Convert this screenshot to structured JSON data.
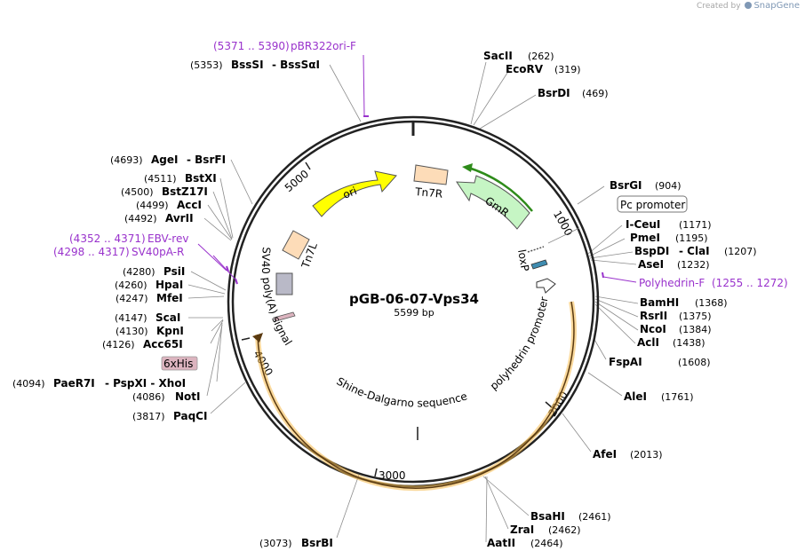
{
  "credit": {
    "prefix": "Created by",
    "brand": "SnapGene"
  },
  "plasmid": {
    "name": "pGB-06-07-Vps34",
    "size": "5599 bp",
    "length": 5599
  },
  "ticks": [
    "1000",
    "2000",
    "3000",
    "4000",
    "5000"
  ],
  "colors": {
    "primer": "#9932cc",
    "ori": "#ffff00",
    "tn7r": "#fddcb8",
    "gmr": "#c6f5c4",
    "gmr_stroke": "#2e8b1a",
    "orange": "#f6b94b",
    "loxp": "#3f8cb0",
    "sv40": "#b9b9c7",
    "his": "#dcb4bf"
  },
  "sites": [
    {
      "name": "SacII",
      "pos": "(262)"
    },
    {
      "name": "EcoRV",
      "pos": "(319)"
    },
    {
      "name": "BsrDI",
      "pos": "(469)"
    },
    {
      "name": "BsrGI",
      "pos": "(904)"
    },
    {
      "name": "I-CeuI",
      "pos": "(1171)"
    },
    {
      "name": "PmeI",
      "pos": "(1195)"
    },
    {
      "name": "BspDI",
      "extra": "-  ClaI",
      "pos": "(1207)"
    },
    {
      "name": "AseI",
      "pos": "(1232)"
    },
    {
      "name": "BamHI",
      "pos": "(1368)"
    },
    {
      "name": "RsrII",
      "pos": "(1375)"
    },
    {
      "name": "NcoI",
      "pos": "(1384)"
    },
    {
      "name": "AclI",
      "pos": "(1438)"
    },
    {
      "name": "FspAI",
      "pos": "(1608)"
    },
    {
      "name": "AleI",
      "pos": "(1761)"
    },
    {
      "name": "AfeI",
      "pos": "(2013)"
    },
    {
      "name": "BsaHI",
      "pos": "(2461)"
    },
    {
      "name": "ZraI",
      "pos": "(2462)"
    },
    {
      "name": "AatII",
      "pos": "(2464)"
    },
    {
      "name": "BsrBI",
      "pos": "(3073)"
    },
    {
      "name": "PaqCI",
      "pos": "(3817)"
    },
    {
      "name": "NotI",
      "pos": "(4086)"
    },
    {
      "name": "PaeR7I",
      "extra": "-  PspXI  -  XhoI",
      "pos": "(4094)"
    },
    {
      "name": "Acc65I",
      "pos": "(4126)"
    },
    {
      "name": "KpnI",
      "pos": "(4130)"
    },
    {
      "name": "ScaI",
      "pos": "(4147)"
    },
    {
      "name": "MfeI",
      "pos": "(4247)"
    },
    {
      "name": "HpaI",
      "pos": "(4260)"
    },
    {
      "name": "PsiI",
      "pos": "(4280)"
    },
    {
      "name": "AvrII",
      "pos": "(4492)"
    },
    {
      "name": "AccI",
      "pos": "(4499)"
    },
    {
      "name": "BstZ17I",
      "pos": "(4500)"
    },
    {
      "name": "BstXI",
      "pos": "(4511)"
    },
    {
      "name": "AgeI",
      "extra": "-  BsrFI",
      "pos": "(4693)"
    },
    {
      "name": "BssSI",
      "extra": "-  BssSαI",
      "pos": "(5353)"
    }
  ],
  "primers": [
    {
      "label": "pBR322ori-F",
      "range": "(5371 .. 5390)"
    },
    {
      "label": "EBV-rev",
      "range": "(4352 .. 4371)"
    },
    {
      "label": "SV40pA-R",
      "range": "(4298 .. 4317)"
    },
    {
      "label": "Polyhedrin-F",
      "range": "(1255 .. 1272)"
    }
  ],
  "features": {
    "ori": "ori",
    "tn7r": "Tn7R",
    "gmr": "GmR",
    "tn7l": "Tn7L",
    "loxp": "loxP",
    "sv40": "SV40 poly(A) signal",
    "polyhedrin": "polyhedrin promoter",
    "shine": "Shine-Dalgarno sequence",
    "pc_promoter": "Pc promoter",
    "his": "6xHis"
  }
}
